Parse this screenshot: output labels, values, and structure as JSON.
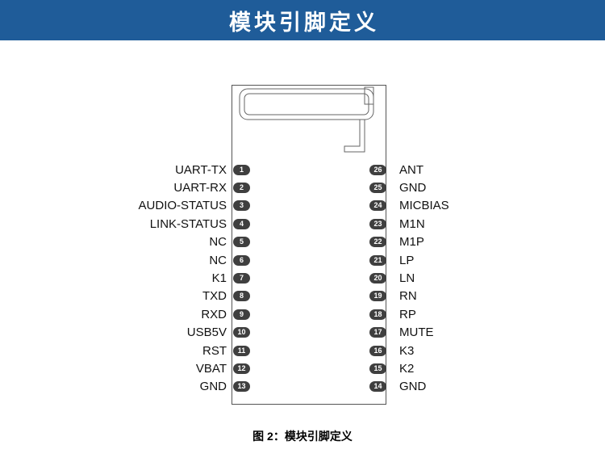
{
  "header": {
    "title": "模块引脚定义"
  },
  "figure": {
    "module": {
      "left_pins": [
        {
          "num": "1",
          "label": "UART-TX"
        },
        {
          "num": "2",
          "label": "UART-RX"
        },
        {
          "num": "3",
          "label": "AUDIO-STATUS"
        },
        {
          "num": "4",
          "label": "LINK-STATUS"
        },
        {
          "num": "5",
          "label": "NC"
        },
        {
          "num": "6",
          "label": "NC"
        },
        {
          "num": "7",
          "label": "K1"
        },
        {
          "num": "8",
          "label": "TXD"
        },
        {
          "num": "9",
          "label": "RXD"
        },
        {
          "num": "10",
          "label": "USB5V"
        },
        {
          "num": "11",
          "label": "RST"
        },
        {
          "num": "12",
          "label": "VBAT"
        },
        {
          "num": "13",
          "label": "GND"
        }
      ],
      "right_pins": [
        {
          "num": "26",
          "label": "ANT"
        },
        {
          "num": "25",
          "label": "GND"
        },
        {
          "num": "24",
          "label": "MICBIAS"
        },
        {
          "num": "23",
          "label": "M1N"
        },
        {
          "num": "22",
          "label": "M1P"
        },
        {
          "num": "21",
          "label": "LP"
        },
        {
          "num": "20",
          "label": "LN"
        },
        {
          "num": "19",
          "label": "RN"
        },
        {
          "num": "18",
          "label": "RP"
        },
        {
          "num": "17",
          "label": "MUTE"
        },
        {
          "num": "16",
          "label": "K3"
        },
        {
          "num": "15",
          "label": "K2"
        },
        {
          "num": "14",
          "label": "GND"
        }
      ]
    },
    "caption": "图 2：模块引脚定义"
  },
  "colors": {
    "header_bg": "#1f5c99",
    "header_text": "#ffffff",
    "pad_fill": "#3f3f3f",
    "pad_text": "#ffffff",
    "module_outline": "#555555"
  }
}
